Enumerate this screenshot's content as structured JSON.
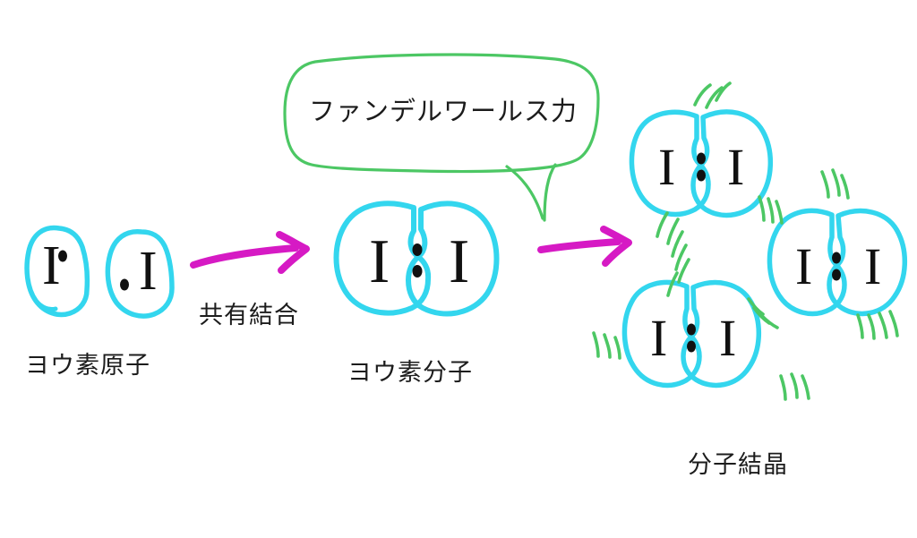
{
  "diagram": {
    "title_text": "",
    "background_color": "#ffffff",
    "colors": {
      "molecule_outline": "#33d6ee",
      "arrow": "#d61ac4",
      "vdw_force": "#4cc764",
      "bubble_outline": "#4cc764",
      "text": "#1c1c1c",
      "symbol": "#111111"
    },
    "stages": [
      {
        "id": "atoms",
        "label": "ヨウ素原子",
        "symbols": [
          "I",
          "I"
        ],
        "electron_dots": 2,
        "note": "two separate iodine atoms each with one unpaired electron dot"
      },
      {
        "id": "molecule",
        "label": "ヨウ素分子",
        "symbol": "I : I",
        "shared_pair_dots": 2,
        "note": "one iodine molecule formed by a shared electron pair"
      },
      {
        "id": "crystal",
        "label": "分子結晶",
        "molecule_count": 3,
        "symbol": "I : I",
        "note": "three iodine molecules held together by van der Waals forces"
      }
    ],
    "arrows": [
      {
        "id": "arrow-1",
        "label": "共有結合"
      },
      {
        "id": "arrow-2",
        "label": ""
      }
    ],
    "callout": {
      "text": "ファンデルワールス力",
      "points_to": "crystal"
    },
    "glyphs": {
      "iodine": "I",
      "bond_dot": "•"
    }
  }
}
